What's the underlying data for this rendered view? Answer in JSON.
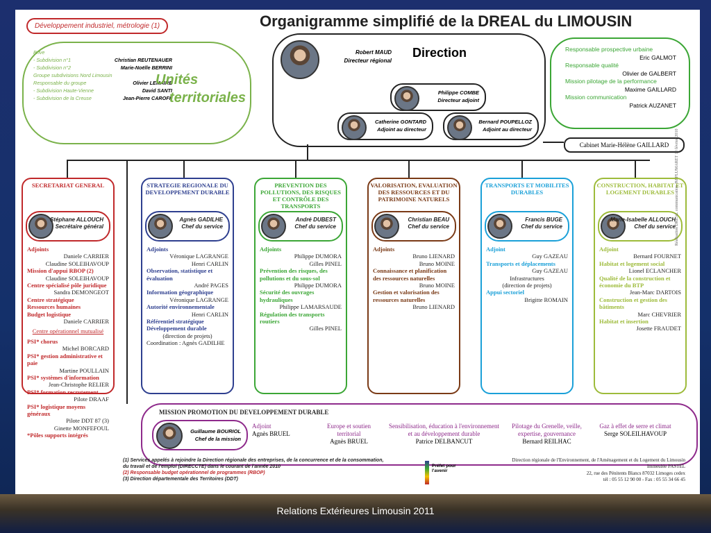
{
  "title": "Organigramme simplifié de la DREAL du LIMOUSIN",
  "dev_industriel": "Développement industriel, métrologie (1)",
  "unites": {
    "label1": "Unités",
    "label2": "territoriales",
    "lines": [
      {
        "l": "Brive",
        "r": ""
      },
      {
        "l": "- Subdivision n°1",
        "r": "Christian REUTENAUER"
      },
      {
        "l": "- Subdivision n°2",
        "r": "Marie-Noëlle BERRINI"
      },
      {
        "l": "Groupe subdivisions Nord Limousin",
        "r": ""
      },
      {
        "l": "Responsable du groupe",
        "r": "Olivier LEMAIRE"
      },
      {
        "l": "- Subdivision Haute-Vienne",
        "r": "David SANTI"
      },
      {
        "l": "- Subdivision de la Creuse",
        "r": "Jean-Pierre CAROFF"
      }
    ]
  },
  "direction": {
    "label": "Direction",
    "dir_name": "Robert MAUD",
    "dir_role": "Directeur régional",
    "adj_name": "Philippe COMBE",
    "adj_role": "Directeur adjoint",
    "a1_name": "Catherine GONTARD",
    "a1_role": "Adjoint au directeur",
    "a2_name": "Bernard POUPELLOZ",
    "a2_role": "Adjoint au directeur"
  },
  "right_box": [
    {
      "t": "Responsable prospective urbaine",
      "n": "Eric GALMOT"
    },
    {
      "t": "Responsable qualité",
      "n": "Olivier de GALBERT"
    },
    {
      "t": "Mission pilotage de la performance",
      "n": "Maxime GAILLARD"
    },
    {
      "t": "Mission communication",
      "n": "Patrick AUZANET"
    }
  ],
  "cabinet": "Cabinet Marie-Hélène GAILLARD",
  "columns": [
    {
      "head": "SECRETARIAT GENERAL",
      "name": "Stéphane ALLOUCH",
      "role": "Secrétaire général",
      "color": "#c0282a",
      "items": [
        {
          "t": "Adjoints",
          "k": "h"
        },
        {
          "t": "Daniele CARRIER",
          "k": "r"
        },
        {
          "t": "Claudine SOLEIHAVOUP",
          "k": "r"
        },
        {
          "t": "Mission d'appui RBOP (2)",
          "k": "h"
        },
        {
          "t": "Claudine SOLEIHAVOUP",
          "k": "r"
        },
        {
          "t": "Centre spécialisé pôle juridique",
          "k": "h"
        },
        {
          "t": "Sandra DEMONGEOT",
          "k": "r"
        },
        {
          "t": "Centre stratégique",
          "k": "h"
        },
        {
          "t": "Ressources humaines",
          "k": "h"
        },
        {
          "t": "Budget logistique",
          "k": "h"
        },
        {
          "t": "Daniele CARRIER",
          "k": "r"
        },
        {
          "t": "Centre opérationnel mutualisé",
          "k": "c"
        },
        {
          "t": "PSI* chorus",
          "k": "h"
        },
        {
          "t": "Michel BORCARD",
          "k": "r"
        },
        {
          "t": "PSI* gestion administrative et paie",
          "k": "h"
        },
        {
          "t": "Martine POULLAIN",
          "k": "r"
        },
        {
          "t": "PSI* systèmes d'information",
          "k": "h"
        },
        {
          "t": "Jean-Christophe RELIER",
          "k": "r"
        },
        {
          "t": "PSI* formation recrutement",
          "k": "h"
        },
        {
          "t": "Pilote DRAAF",
          "k": "r"
        },
        {
          "t": "PSI* logistique moyens généraux",
          "k": "h"
        },
        {
          "t": "Pilote DDT 87 (3)",
          "k": "r"
        },
        {
          "t": "Ginette MONFEFOUL",
          "k": "r"
        },
        {
          "t": "*Pôles supports intégrés",
          "k": "h"
        }
      ]
    },
    {
      "head": "STRATEGIE REGIONALE DU DEVELOPPEMENT DURABLE",
      "name": "Agnès GADILHE",
      "role": "Chef du service",
      "color": "#2e3f8f",
      "items": [
        {
          "t": "Adjoints",
          "k": "h"
        },
        {
          "t": "Véronique LAGRANGE",
          "k": "r"
        },
        {
          "t": "Henri CARLIN",
          "k": "r"
        },
        {
          "t": "Observation, statistique et évaluation",
          "k": "h"
        },
        {
          "t": "André PAGES",
          "k": "r"
        },
        {
          "t": "Information géographique",
          "k": "h"
        },
        {
          "t": "Véronique LAGRANGE",
          "k": "r"
        },
        {
          "t": "Autorité environnementale",
          "k": "h"
        },
        {
          "t": "Henri CARLIN",
          "k": "r"
        },
        {
          "t": "Référentiel stratégique Développement durable",
          "k": "h"
        },
        {
          "t": "(direction de projets)",
          "k": "c"
        },
        {
          "t": "Coordination : Agnès GADILHE",
          "k": ""
        }
      ]
    },
    {
      "head": "PREVENTION DES POLLUTIONS, DES RISQUES ET CONTRÔLE DES TRANSPORTS",
      "name": "André DUBEST",
      "role": "Chef du service",
      "color": "#3ba635",
      "items": [
        {
          "t": "Adjoints",
          "k": "h"
        },
        {
          "t": "Philippe DUMORA",
          "k": "r"
        },
        {
          "t": "Gilles PINEL",
          "k": "r"
        },
        {
          "t": "Prévention des risques, des pollutions et du sous-sol",
          "k": "h"
        },
        {
          "t": "Philippe DUMORA",
          "k": "r"
        },
        {
          "t": "Sécurité des ouvrages hydrauliques",
          "k": "h"
        },
        {
          "t": "Philippe LAMARSAUDE",
          "k": "r"
        },
        {
          "t": "Régulation des transports routiers",
          "k": "h"
        },
        {
          "t": "Gilles PINEL",
          "k": "r"
        }
      ]
    },
    {
      "head": "VALORISATION, EVALUATION DES RESSOURCES ET DU PATRIMOINE NATURELS",
      "name": "Christian BEAU",
      "role": "Chef du service",
      "color": "#7a3a16",
      "items": [
        {
          "t": "Adjoints",
          "k": "h"
        },
        {
          "t": "Bruno LIENARD",
          "k": "r"
        },
        {
          "t": "Bruno MOINE",
          "k": "r"
        },
        {
          "t": "Connaissance et planification des ressources naturelles",
          "k": "h"
        },
        {
          "t": "Bruno MOINE",
          "k": "r"
        },
        {
          "t": "Gestion et valorisation des ressources naturelles",
          "k": "h"
        },
        {
          "t": "Bruno LIENARD",
          "k": "r"
        }
      ]
    },
    {
      "head": "TRANSPORTS ET MOBILITES DURABLES",
      "name": "Francis BUGE",
      "role": "Chef du service",
      "color": "#1aa0d8",
      "items": [
        {
          "t": "Adjoint",
          "k": "h"
        },
        {
          "t": "Guy GAZEAU",
          "k": "r"
        },
        {
          "t": "Transports et déplacements",
          "k": "h"
        },
        {
          "t": "Guy GAZEAU",
          "k": "r"
        },
        {
          "t": "Infrastructures",
          "k": "c"
        },
        {
          "t": "(direction de projets)",
          "k": "c"
        },
        {
          "t": "Appui sectoriel",
          "k": "h"
        },
        {
          "t": "Brigitte ROMAIN",
          "k": "r"
        }
      ]
    },
    {
      "head": "CONSTRUCTION, HABITAT ET LOGEMENT DURABLES",
      "name": "Marie-Isabelle ALLOUCH",
      "role": "Chef du service",
      "color": "#9dbb3a",
      "items": [
        {
          "t": "Adjoint",
          "k": "h"
        },
        {
          "t": "Bernard FOURNET",
          "k": "r"
        },
        {
          "t": "Habitat et logement social",
          "k": "h"
        },
        {
          "t": "Lionel ECLANCHER",
          "k": "r"
        },
        {
          "t": "Qualité de la construction et économie du BTP",
          "k": "h"
        },
        {
          "t": "Jean-Marc DARTOIS",
          "k": "r"
        },
        {
          "t": "Construction et gestion des bâtiments",
          "k": "h"
        },
        {
          "t": "Marc CHEVRIER",
          "k": "r"
        },
        {
          "t": "Habitat et insertion",
          "k": "h"
        },
        {
          "t": "Josette FRAUDET",
          "k": "r"
        }
      ]
    }
  ],
  "mission": {
    "head": "MISSION PROMOTION DU DEVELOPPEMENT DURABLE",
    "name": "Guillaume BOURIOL",
    "role": "Chef de la mission",
    "cols": [
      {
        "t": "Adjoint",
        "n": "Agnès BRUEL"
      },
      {
        "t": "Europe et soutien territorial",
        "n": "Agnès BRUEL"
      },
      {
        "t": "Sensibilisation, éducation à l'environnement et au développement durable",
        "n": "Patrice DELBANCUT"
      },
      {
        "t": "Pilotage du Grenelle, veille, expertise, gouvernance",
        "n": "Bernard REILHAC"
      },
      {
        "t": "Gaz à effet de serre et climat",
        "n": "Serge SOLEILHAVOUP"
      }
    ]
  },
  "notes": [
    "(1) Services appelés à rejoindre la Direction régionale des entreprises, de la concurrence et de la consommation,",
    "du travail et de l'emploi (DIRECCTE) dans le courant de l'année 2010",
    "(2) Responsable budget opérationnel de programmes (RBOP)",
    "(3) Direction départementale des Territoires (DDT)"
  ],
  "logo": "Préfet pour l'avenir",
  "address": [
    "Direction régionale de l'Environnement, de l'Aménagement et du Logement du Limousin",
    "Immeuble PASTEL",
    "22, rue des Pénitents Blancs 87032 Limoges cedex",
    "tél : 05 55 12 90 00 - Fax : 05 55 34 66 45"
  ],
  "vertical_note": "Réalisation DREAL communication JM PLUMARET 10 février 2010",
  "footer": "Relations Extérieures Limousin  2011"
}
